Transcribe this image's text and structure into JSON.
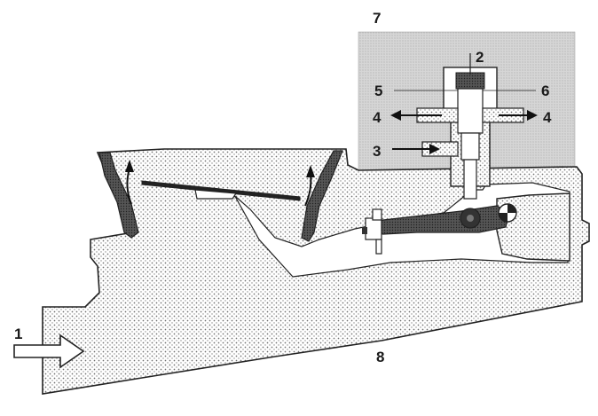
{
  "diagram": {
    "labels": {
      "inlet": "1",
      "plunger": "2",
      "side_port": "3",
      "port_left": "4",
      "port_right": "4",
      "sleeve_left": "5",
      "sleeve_right": "6",
      "chamber": "7",
      "housing": "8"
    },
    "colors": {
      "stipple": "#7a7a7a",
      "panel": "#dcdcdc",
      "outline": "#222222",
      "paper": "#ffffff"
    }
  }
}
